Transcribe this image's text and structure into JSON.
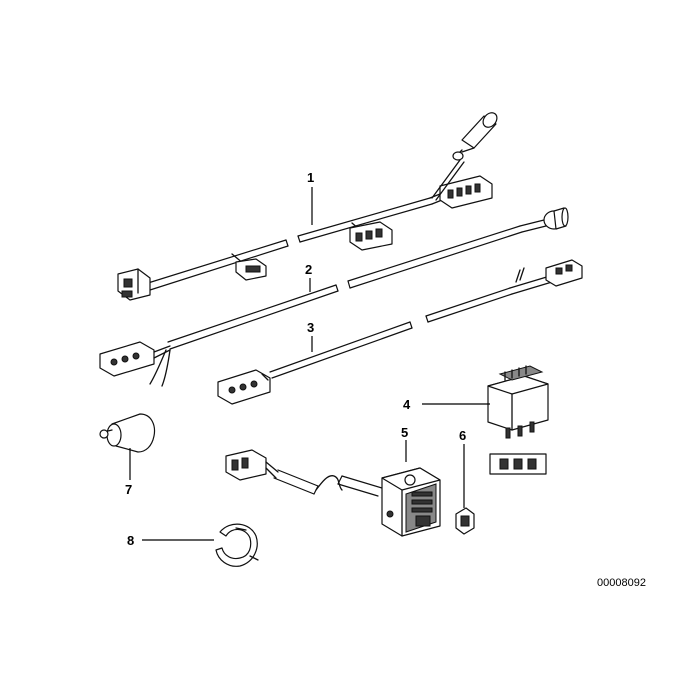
{
  "callouts": [
    "1",
    "2",
    "3",
    "4",
    "5",
    "6",
    "7",
    "8"
  ],
  "diagram_code": "00008092"
}
